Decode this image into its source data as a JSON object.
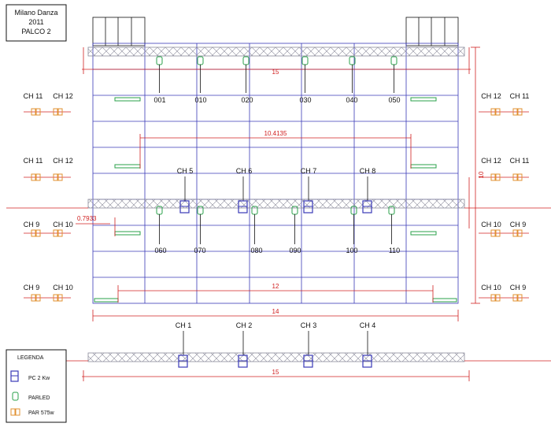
{
  "title_box": {
    "line1": "Milano Danza",
    "line2": "2011",
    "line3": "PALCO 2"
  },
  "dimensions": {
    "top_truss_width": "15",
    "inner_span": "10.4135",
    "height": "10",
    "offset": "0.7933",
    "lower_span": "12",
    "stage_width": "14",
    "bottom_truss_width": "15"
  },
  "channels": {
    "ch1": "CH 1",
    "ch2": "CH 2",
    "ch3": "CH 3",
    "ch4": "CH 4",
    "ch5": "CH 5",
    "ch6": "CH 6",
    "ch7": "CH 7",
    "ch8": "CH 8",
    "ch9": "CH 9",
    "ch10": "CH 10",
    "ch11": "CH 11",
    "ch12": "CH 12"
  },
  "parled_top": [
    "001",
    "010",
    "020",
    "030",
    "040",
    "050"
  ],
  "parled_mid": [
    "060",
    "070",
    "080",
    "090",
    "100",
    "110"
  ],
  "legend": {
    "title": "LEGENDA",
    "pc": "PC 2 Kw",
    "parled": "PARLED",
    "par": "PAR 575w"
  },
  "colors": {
    "grid": "#3a3ab8",
    "dimension": "#d02020",
    "parled": "#2aa04a",
    "par": "#e09030"
  }
}
